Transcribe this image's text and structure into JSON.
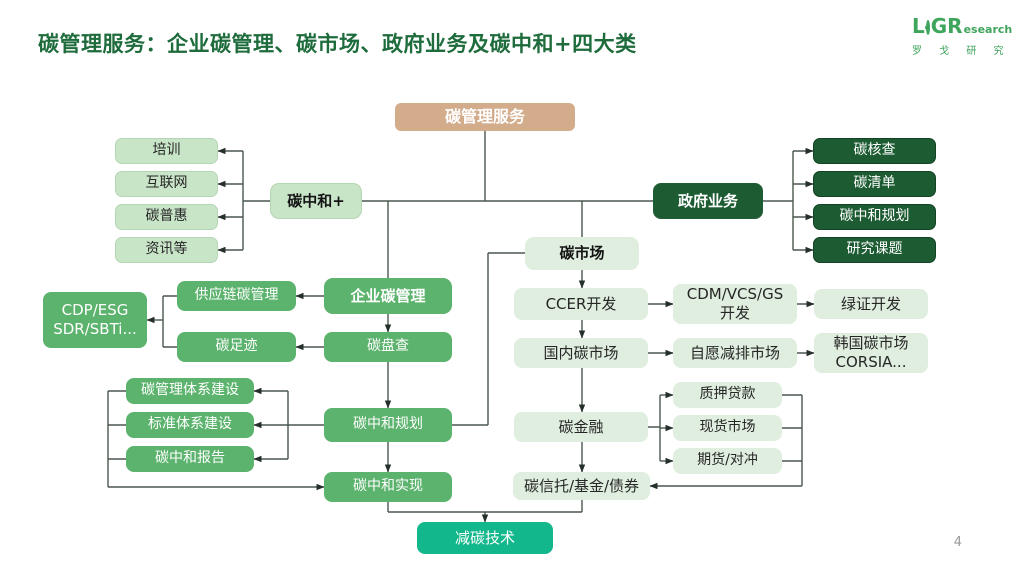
{
  "slide": {
    "title": "碳管理服务：企业碳管理、碳市场、政府业务及碳中和+四大类",
    "page_number": "4"
  },
  "logo": {
    "text_l": "L",
    "text_gr": "GR",
    "text_research": "esearch",
    "subtitle": "罗 戈 研 究"
  },
  "colors": {
    "title_green": "#1e6b3c",
    "root_tan": "#d3ac8c",
    "light_green": "#c9e5c8",
    "dark_green": "#1d5c33",
    "mid_green": "#5cb36d",
    "pale_green": "#dfeede",
    "teal": "#13b78c",
    "line": "#4a574e",
    "logo_green": "#3fa45c"
  },
  "diagram": {
    "root": "碳管理服务",
    "neutral": {
      "hub": "碳中和+",
      "items": [
        "培训",
        "互联网",
        "碳普惠",
        "资讯等"
      ]
    },
    "government": {
      "hub": "政府业务",
      "items": [
        "碳核查",
        "碳清单",
        "碳中和规划",
        "研究课题"
      ]
    },
    "enterprise": {
      "hub": "企业碳管理",
      "supply_chain": "供应链碳管理",
      "footprint": "碳足迹",
      "cdp_line1": "CDP/ESG",
      "cdp_line2": "SDR/SBTi...",
      "inventory": "碳盘查",
      "mgmt_system": "碳管理体系建设",
      "standard_system": "标准体系建设",
      "neutral_report": "碳中和报告",
      "neutral_planning": "碳中和规划",
      "neutral_realization": "碳中和实现"
    },
    "market": {
      "hub": "碳市场",
      "ccer": "CCER开发",
      "cdm_line1": "CDM/VCS/GS",
      "cdm_line2": "开发",
      "green_cert": "绿证开发",
      "domestic": "国内碳市场",
      "voluntary": "自愿减排市场",
      "korea_line1": "韩国碳市场",
      "korea_line2": "CORSIA...",
      "finance": "碳金融",
      "pledge_loan": "质押贷款",
      "spot_market": "现货市场",
      "futures_hedge": "期货/对冲",
      "trust": "碳信托/基金/债券"
    },
    "tech": "减碳技术"
  }
}
